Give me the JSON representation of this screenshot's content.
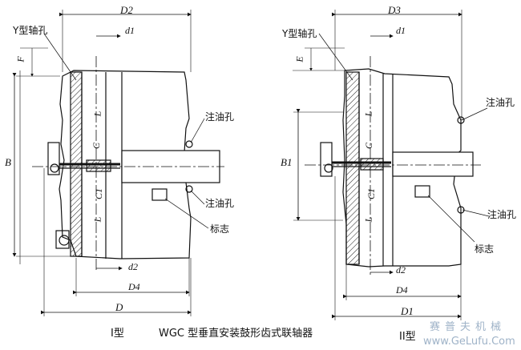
{
  "left_view": {
    "dims": {
      "d2_top": "D2",
      "d1": "d1",
      "f": "F",
      "b": "B",
      "l_upper": "L",
      "c": "C",
      "c1": "C1",
      "l_lower": "L",
      "d2_bottom": "d2",
      "d4": "D4",
      "d": "D"
    },
    "labels": {
      "y_bore": "Y型轴孔",
      "oil_hole_1": "注油孔",
      "oil_hole_2": "注油孔",
      "mark": "标志"
    },
    "type_label": "I型"
  },
  "right_view": {
    "dims": {
      "d3": "D3",
      "d1": "d1",
      "e": "E",
      "b1": "B1",
      "l_upper": "L",
      "c": "C",
      "c1": "C1",
      "l_lower": "L",
      "d2": "d2",
      "d4": "D4",
      "d1_big": "D1"
    },
    "labels": {
      "y_bore": "Y型轴孔",
      "oil_hole_1": "注油孔",
      "oil_hole_2": "注油孔",
      "mark": "标志"
    },
    "type_label": "II型"
  },
  "caption": "WGC 型垂直安装鼓形齿式联轴器",
  "watermark": {
    "cn": "赛普夫机械",
    "url": "www.GeLufu.Com"
  }
}
